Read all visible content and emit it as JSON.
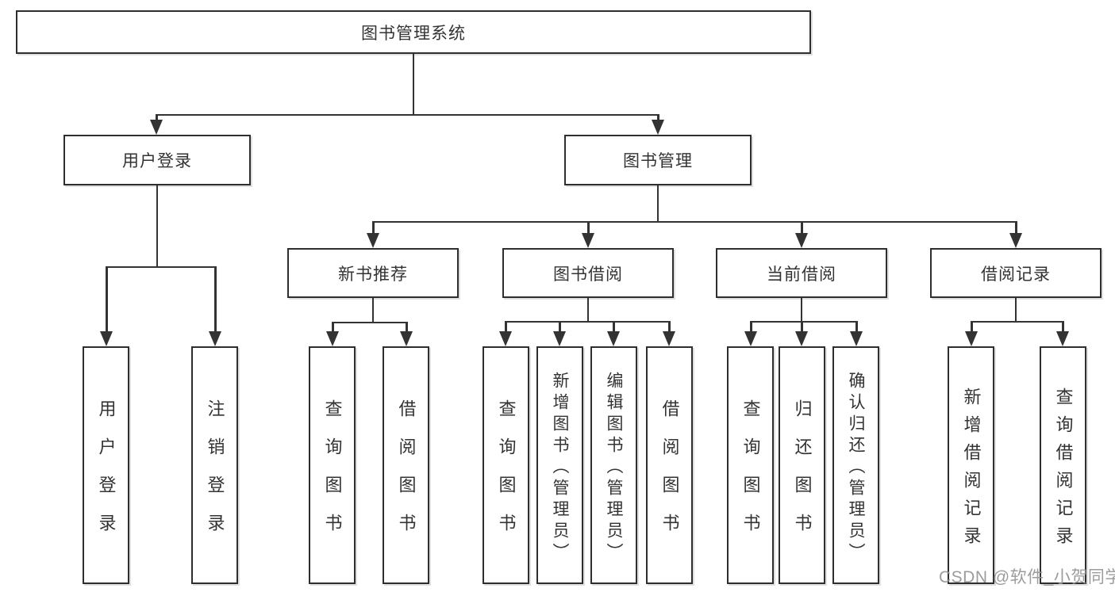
{
  "watermark": "CSDN @软件_小贺同学",
  "colors": {
    "line": "#333333",
    "box_border": "#2e2e2e",
    "text": "#333333",
    "watermark": "#949494",
    "background": "#ffffff"
  },
  "nodes": {
    "root": {
      "label": "图书管理系统"
    },
    "level2": [
      {
        "label": "用户登录"
      },
      {
        "label": "图书管理"
      }
    ],
    "level3": [
      {
        "label": "新书推荐",
        "parent": "图书管理"
      },
      {
        "label": "图书借阅",
        "parent": "图书管理"
      },
      {
        "label": "当前借阅",
        "parent": "图书管理"
      },
      {
        "label": "借阅记录",
        "parent": "图书管理"
      }
    ],
    "leaves": [
      {
        "label": "用户登录",
        "parent": "用户登录"
      },
      {
        "label": "注销登录",
        "parent": "用户登录"
      },
      {
        "label": "查询图书",
        "parent": "新书推荐"
      },
      {
        "label": "借阅图书",
        "parent": "新书推荐"
      },
      {
        "label": "查询图书",
        "parent": "图书借阅"
      },
      {
        "label": "新增图书（管理员）",
        "parent": "图书借阅"
      },
      {
        "label": "编辑图书（管理员）",
        "parent": "图书借阅"
      },
      {
        "label": "借阅图书",
        "parent": "图书借阅"
      },
      {
        "label": "查询图书",
        "parent": "当前借阅"
      },
      {
        "label": "归还图书",
        "parent": "当前借阅"
      },
      {
        "label": "确认归还（管理员）",
        "parent": "当前借阅"
      },
      {
        "label": "新增借阅记录",
        "parent": "借阅记录"
      },
      {
        "label": "查询借阅记录",
        "parent": "借阅记录"
      }
    ]
  }
}
